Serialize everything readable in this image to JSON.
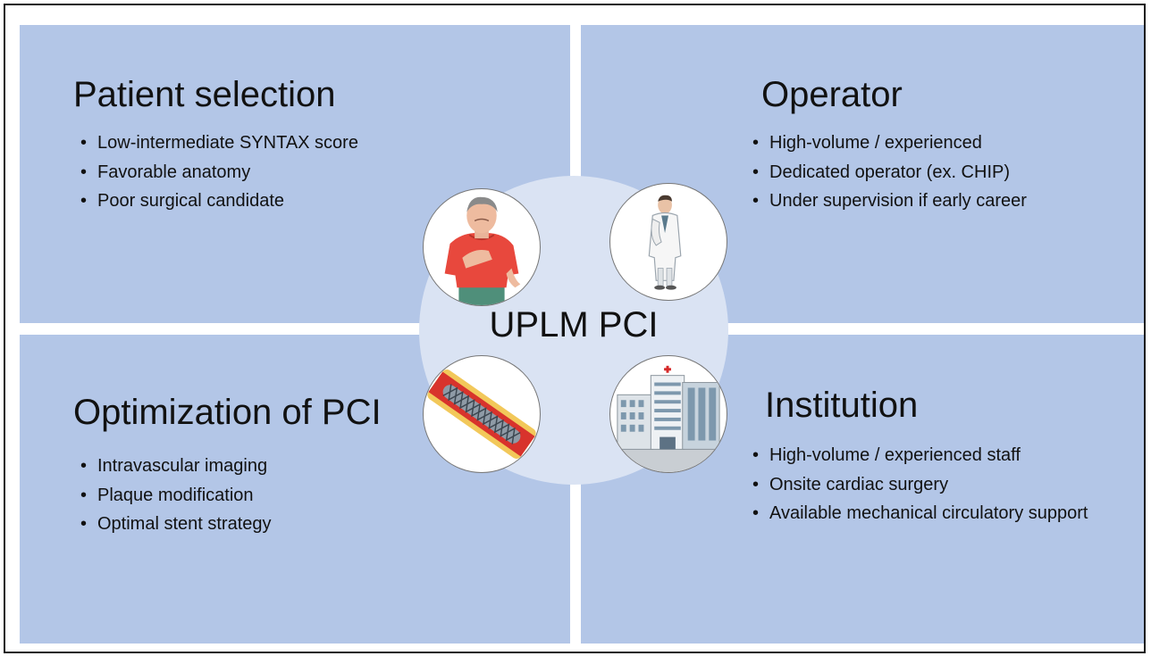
{
  "center": {
    "label": "UPLM PCI"
  },
  "quadrants": {
    "patient_selection": {
      "title": "Patient selection",
      "bullets": [
        "Low-intermediate SYNTAX score",
        "Favorable anatomy",
        "Poor surgical candidate"
      ]
    },
    "operator": {
      "title": "Operator",
      "bullets": [
        "High-volume / experienced",
        "Dedicated operator (ex. CHIP)",
        "Under supervision if early career"
      ]
    },
    "optimization": {
      "title": "Optimization of PCI",
      "bullets": [
        "Intravascular imaging",
        "Plaque modification",
        "Optimal stent strategy"
      ]
    },
    "institution": {
      "title": "Institution",
      "bullets": [
        "High-volume / experienced staff",
        "Onsite cardiac surgery",
        "Available mechanical circulatory support"
      ]
    }
  },
  "icons": [
    "patient-chest-pain-icon",
    "doctor-icon",
    "stent-icon",
    "hospital-icon"
  ],
  "colors": {
    "panel": "#b3c6e7",
    "center_circle": "#dae3f3",
    "text": "#111111"
  }
}
